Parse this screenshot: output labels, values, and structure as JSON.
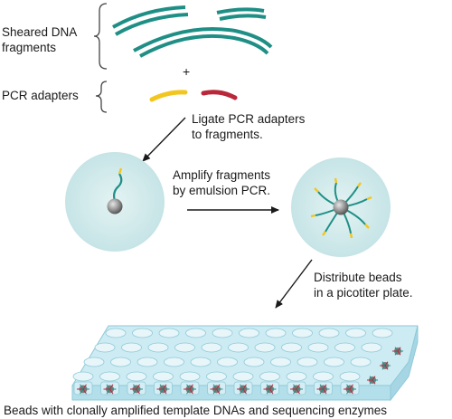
{
  "labels": {
    "sheared_line1": "Sheared DNA",
    "sheared_line2": "fragments",
    "plus": "+",
    "adapters": "PCR adapters",
    "ligate_line1": "Ligate PCR adapters",
    "ligate_line2": "to fragments.",
    "amplify_line1": "Amplify fragments",
    "amplify_line2": "by emulsion PCR.",
    "distribute_line1": "Distribute beads",
    "distribute_line2": "in a picotiter plate.",
    "caption": "Beads with clonally amplified template DNAs and sequencing enzymes"
  },
  "colors": {
    "dna_teal": "#1f8f86",
    "adapter_yellow": "#f2c61f",
    "adapter_red": "#b8283a",
    "droplet": "#cfe9ea",
    "plate": "#bfe6ef",
    "bead": "#8c8c8c"
  }
}
